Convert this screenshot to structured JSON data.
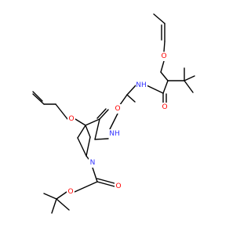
{
  "structure": {
    "colors": {
      "carbon_bond": "#000000",
      "nitrogen": "#3333ff",
      "oxygen": "#ff0000",
      "background": "#ffffff"
    },
    "labels": {
      "ether_o_top": "O",
      "amide_nh_right": "NH",
      "amide_o_right": "O",
      "ether_o_left": "O",
      "amide_o_left": "O",
      "amide_nh_center": "NH",
      "ring_n": "N",
      "carbamate_o_carbonyl": "O",
      "carbamate_o_ester": "O"
    }
  }
}
